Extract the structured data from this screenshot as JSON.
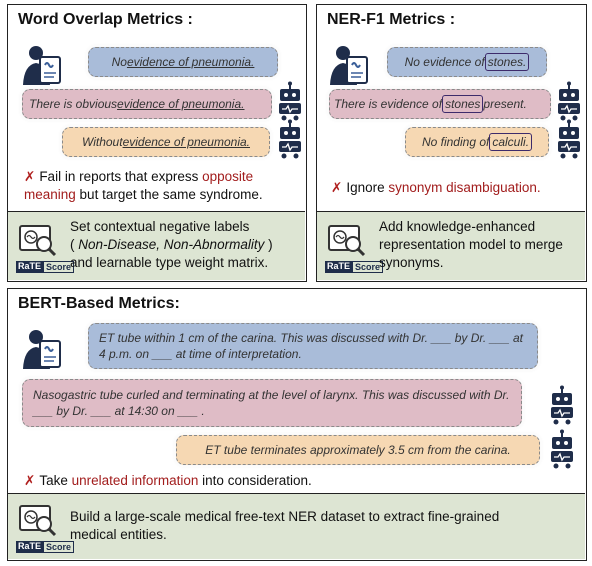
{
  "word_overlap": {
    "title": "Word Overlap Metrics :",
    "s1_pre": "No ",
    "s1_ul": "evidence of pneumonia.",
    "s2_pre": "There is obvious ",
    "s2_ul": "evidence of pneumonia.",
    "s3_pre": "Without ",
    "s3_ul": "evidence of pneumonia.",
    "issue_pre": "Fail in reports that express ",
    "issue_red": "opposite meaning",
    "issue_post": " but target the same syndrome.",
    "solution_line1": "Set contextual negative labels",
    "solution_line2_open": "( ",
    "solution_line2_ital": "Non-Disease, Non-Abnormality",
    "solution_line2_close": " )",
    "solution_line3": "and learnable type weight matrix."
  },
  "ner_f1": {
    "title": "NER-F1 Metrics :",
    "s1_pre": "No evidence of ",
    "s1_box": "stones.",
    "s2_pre": "There is evidence of ",
    "s2_box": "stones",
    "s2_post": " present.",
    "s3_pre": "No finding of ",
    "s3_box": "calculi.",
    "issue_pre": "Ignore ",
    "issue_red": "synonym disambiguation.",
    "solution": "Add knowledge-enhanced representation model to merge synonyms."
  },
  "bert": {
    "title": "BERT-Based Metrics:",
    "s1": "ET tube within 1 cm of the carina. This was discussed with Dr. ___ by Dr. ___ at 4 p.m. on ___ at time of interpretation.",
    "s2": "Nasogastric tube curled and terminating at the level of larynx. This was discussed with Dr. ___ by Dr. ___ at 14:30 on ___ .",
    "s3": "ET tube terminates approximately 3.5 cm from the carina.",
    "issue_pre": "Take ",
    "issue_red": "unrelated information",
    "issue_post": " into consideration.",
    "solution": "Build a large-scale medical free-text NER dataset to extract fine-grained medical entities."
  },
  "logo": {
    "rate": "RaTE",
    "score": "Score"
  },
  "glyphs": {
    "cross": "✗"
  },
  "icons": [
    "doctor-icon",
    "robot-icon",
    "brain-scan-icon"
  ],
  "colors": {
    "blue": "#a9bcd9",
    "pink": "#dfbcc6",
    "peach": "#f6d8b3",
    "green": "#dde5d3",
    "red": "#a21d1d"
  }
}
